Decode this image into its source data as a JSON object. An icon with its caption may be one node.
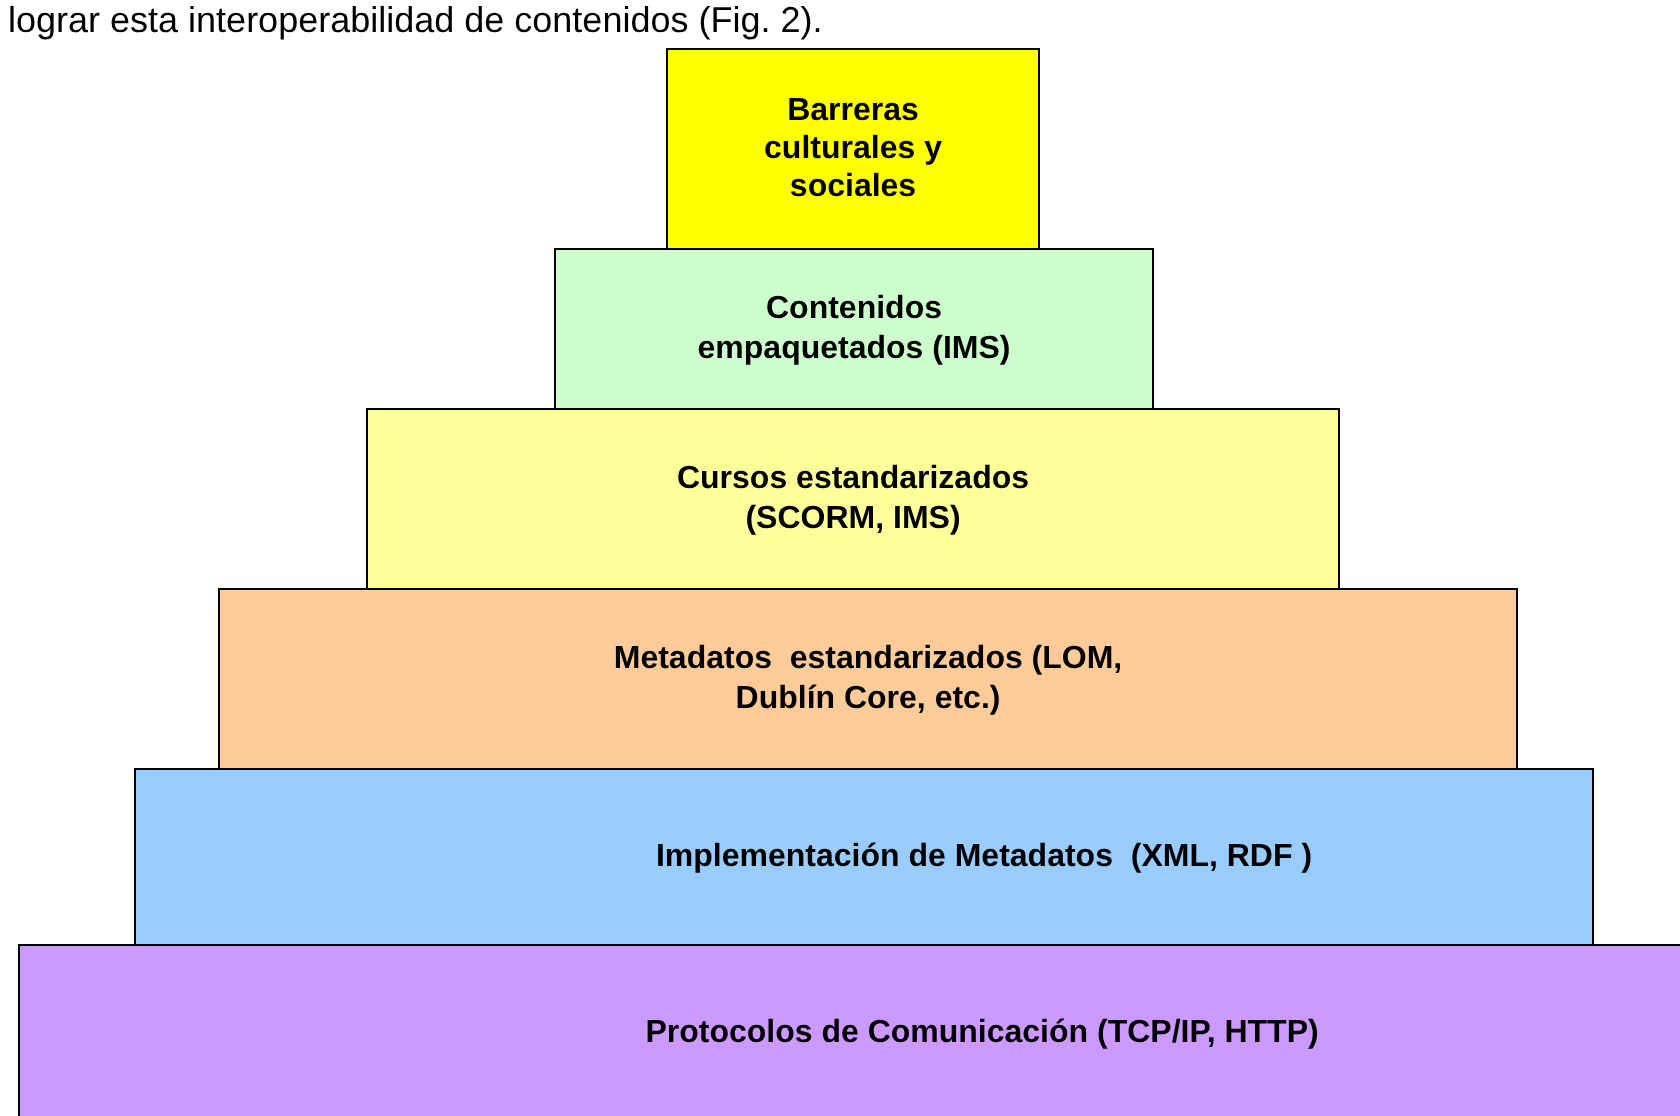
{
  "diagram": {
    "nodes": [
      {
        "text": [
          "Barreras culturales y sociales"
        ]
      },
      {
        "text": [
          "Contenidos empaquetados (IMS)"
        ]
      },
      {
        "text": [
          "Cursos estandarizados (SCORM, IMS)"
        ]
      },
      {
        "text": [
          "Metadatos  estandarizados (LOM, Dublín Core, etc.)"
        ]
      },
      {
        "text": [
          "Implementación de Metadatos  (XML, RDF )"
        ]
      },
      {
        "text": [
          "Protocolos de Comunicación (TCP/IP, HTTP)"
        ]
      }
    ],
    "labels": [
      "lograr esta interoperabilidad de contenidos (Fig. 2)."
    ]
  }
}
